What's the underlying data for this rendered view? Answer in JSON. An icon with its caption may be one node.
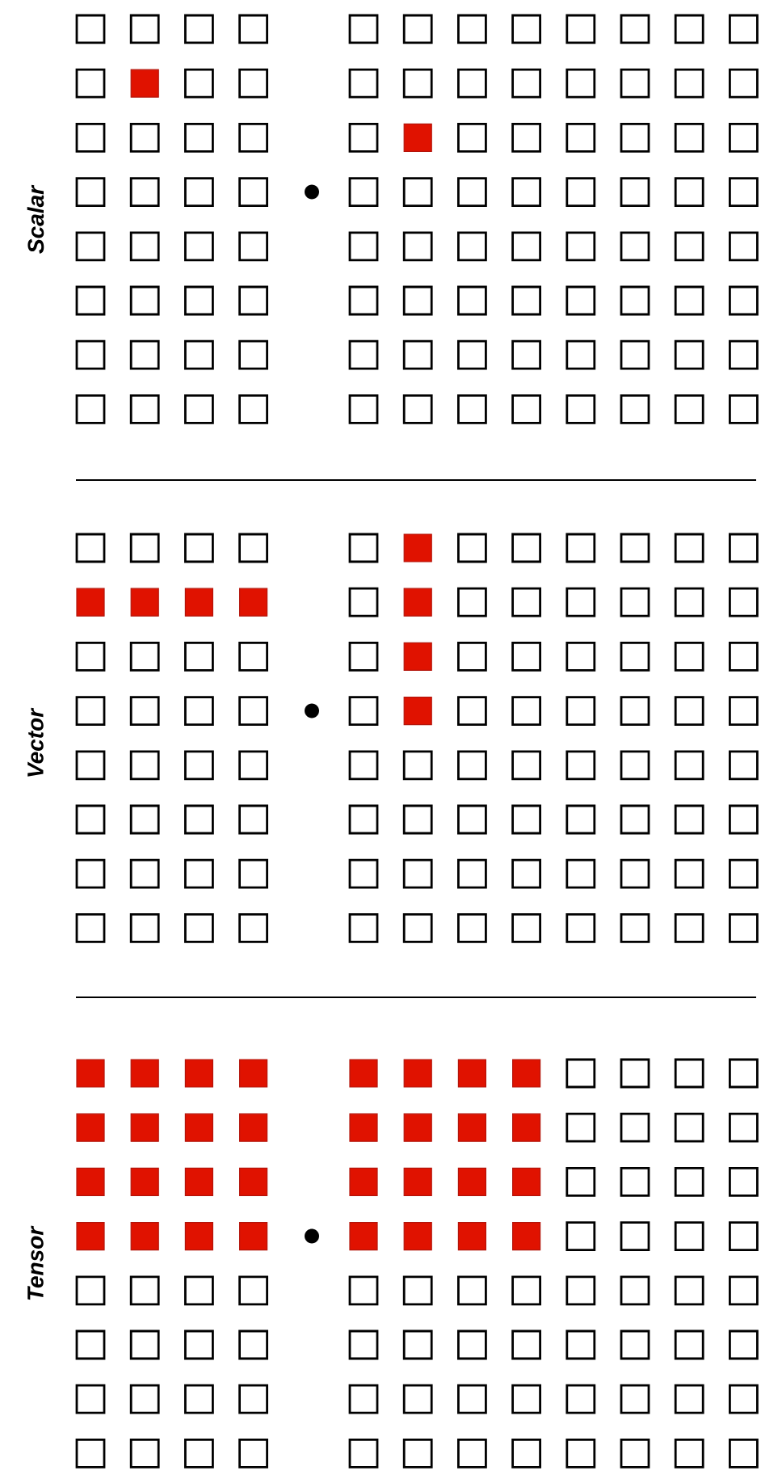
{
  "diagram": {
    "labels": [
      "Scalar",
      "Vector",
      "Tensor"
    ]
  }
}
